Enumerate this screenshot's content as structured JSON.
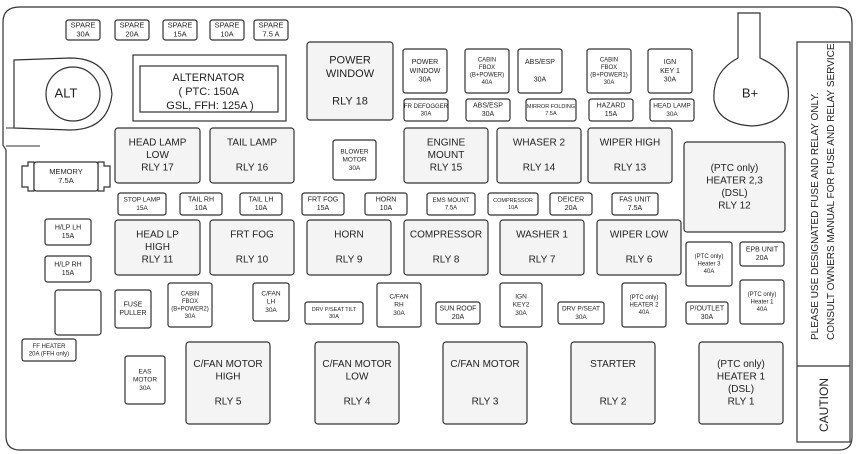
{
  "small_fuses": [
    {
      "id": "spare-30a",
      "lines": [
        "SPARE",
        "30A"
      ]
    },
    {
      "id": "spare-20a",
      "lines": [
        "SPARE",
        "20A"
      ]
    },
    {
      "id": "spare-15a",
      "lines": [
        "SPARE",
        "15A"
      ]
    },
    {
      "id": "spare-10a",
      "lines": [
        "SPARE",
        "10A"
      ]
    },
    {
      "id": "spare-7-5a",
      "lines": [
        "SPARE",
        "7.5 A"
      ]
    },
    {
      "id": "power-window",
      "lines": [
        "POWER",
        "WINDOW",
        "30A"
      ]
    },
    {
      "id": "cabin-fbox-power",
      "lines": [
        "CABIN",
        "FBOX",
        "(B+POWER)",
        "40A"
      ]
    },
    {
      "id": "abs-esp-30a-top",
      "lines": [
        "ABS/ESP",
        "",
        "30A"
      ]
    },
    {
      "id": "cabin-fbox-power1",
      "lines": [
        "CABIN",
        "FBOX",
        "(B+POWER1)",
        "30A"
      ]
    },
    {
      "id": "ign-key1",
      "lines": [
        "IGN",
        "KEY 1",
        "30A"
      ]
    },
    {
      "id": "fr-defogger",
      "lines": [
        "FR DEFOGGER",
        "30A"
      ]
    },
    {
      "id": "abs-esp-30a",
      "lines": [
        "ABS/ESP",
        "30A"
      ]
    },
    {
      "id": "mirror-folding",
      "lines": [
        "MIRROR FOLDING",
        "7.5A"
      ]
    },
    {
      "id": "hazard",
      "lines": [
        "HAZARD",
        "15A"
      ]
    },
    {
      "id": "head-lamp-fuse",
      "lines": [
        "HEAD LAMP",
        "30A"
      ]
    },
    {
      "id": "blower-motor",
      "lines": [
        "BLOWER",
        "MOTOR",
        "30A"
      ]
    },
    {
      "id": "memory",
      "lines": [
        "MEMORY",
        "7.5A"
      ]
    },
    {
      "id": "stop-lamp",
      "lines": [
        "STOP LAMP",
        "15A"
      ]
    },
    {
      "id": "tail-rh",
      "lines": [
        "TAIL RH",
        "10A"
      ]
    },
    {
      "id": "tail-lh",
      "lines": [
        "TAIL LH",
        "10A"
      ]
    },
    {
      "id": "frt-fog-fuse",
      "lines": [
        "FRT FOG",
        "15A"
      ]
    },
    {
      "id": "horn-fuse",
      "lines": [
        "HORN",
        "10A"
      ]
    },
    {
      "id": "ems-mount",
      "lines": [
        "EMS MOUNT",
        "7.5A"
      ]
    },
    {
      "id": "compressor-fuse",
      "lines": [
        "COMPRESSOR",
        "10A"
      ]
    },
    {
      "id": "deicer",
      "lines": [
        "DEICER",
        "20A"
      ]
    },
    {
      "id": "fas-unit",
      "lines": [
        "FAS UNIT",
        "7.5A"
      ]
    },
    {
      "id": "hlp-lh",
      "lines": [
        "H/LP LH",
        "15A"
      ]
    },
    {
      "id": "hlp-rh",
      "lines": [
        "H/LP RH",
        "15A"
      ]
    },
    {
      "id": "ptc-heater3",
      "lines": [
        "(PTC only)",
        "Heater 3",
        "40A"
      ]
    },
    {
      "id": "epb-unit",
      "lines": [
        "EPB UNIT",
        "20A"
      ]
    },
    {
      "id": "ptc-heater1-fuse",
      "lines": [
        "(PTC only)",
        "Heater 1",
        "40A"
      ]
    },
    {
      "id": "fuse-puller",
      "lines": [
        "FUSE",
        "PULLER"
      ]
    },
    {
      "id": "cabin-fbox-power2",
      "lines": [
        "CABIN",
        "FBOX",
        "(B+POWER2)",
        "30A"
      ]
    },
    {
      "id": "cfan-lh",
      "lines": [
        "C/FAN",
        "LH",
        "30A"
      ]
    },
    {
      "id": "drv-pseat-tilt",
      "lines": [
        "DRV P/SEAT TILT",
        "30A"
      ]
    },
    {
      "id": "cfan-rh",
      "lines": [
        "C/FAN",
        "RH",
        "30A"
      ]
    },
    {
      "id": "sun-roof",
      "lines": [
        "SUN ROOF",
        "20A"
      ]
    },
    {
      "id": "ign-key2",
      "lines": [
        "IGN",
        "KEY2",
        "30A"
      ]
    },
    {
      "id": "drv-pseat",
      "lines": [
        "DRV P/SEAT",
        "30A"
      ]
    },
    {
      "id": "ptc-heater2",
      "lines": [
        "(PTC only)",
        "HEATER 2",
        "40A"
      ]
    },
    {
      "id": "p-outlet",
      "lines": [
        "P/OUTLET",
        "30A"
      ]
    },
    {
      "id": "ff-heater",
      "lines": [
        "FF HEATER",
        "20A (FFH only)"
      ]
    },
    {
      "id": "eas-motor",
      "lines": [
        "EAS",
        "MOTOR",
        "30A"
      ]
    }
  ],
  "relays": [
    {
      "id": "power-window-relay",
      "lines": [
        "POWER",
        "WINDOW",
        "",
        "RLY 18"
      ]
    },
    {
      "id": "head-lamp-low-relay",
      "lines": [
        "HEAD LAMP",
        "LOW",
        "RLY 17"
      ]
    },
    {
      "id": "tail-lamp-relay",
      "lines": [
        "TAIL LAMP",
        "",
        "RLY 16"
      ]
    },
    {
      "id": "engine-mount-relay",
      "lines": [
        "ENGINE",
        "MOUNT",
        "RLY 15"
      ]
    },
    {
      "id": "whaser2-relay",
      "lines": [
        "WHASER 2",
        "",
        "RLY 14"
      ]
    },
    {
      "id": "wiper-high-relay",
      "lines": [
        "WIPER HIGH",
        "",
        "RLY 13"
      ]
    },
    {
      "id": "ptc-heater23-relay",
      "lines": [
        "(PTC only)",
        "HEATER 2,3",
        "(DSL)",
        "RLY 12"
      ]
    },
    {
      "id": "head-lp-high-relay",
      "lines": [
        "HEAD LP",
        "HIGH",
        "RLY 11"
      ]
    },
    {
      "id": "frt-fog-relay",
      "lines": [
        "FRT FOG",
        "",
        "RLY 10"
      ]
    },
    {
      "id": "horn-relay",
      "lines": [
        "HORN",
        "",
        "RLY 9"
      ]
    },
    {
      "id": "compressor-relay",
      "lines": [
        "COMPRESSOR",
        "",
        "RLY 8"
      ]
    },
    {
      "id": "washer1-relay",
      "lines": [
        "WASHER 1",
        "",
        "RLY 7"
      ]
    },
    {
      "id": "wiper-low-relay",
      "lines": [
        "WIPER LOW",
        "",
        "RLY 6"
      ]
    },
    {
      "id": "cfan-motor-high-relay",
      "lines": [
        "C/FAN MOTOR",
        "HIGH",
        "",
        "RLY 5"
      ]
    },
    {
      "id": "cfan-motor-low-relay",
      "lines": [
        "C/FAN MOTOR",
        "LOW",
        "",
        "RLY 4"
      ]
    },
    {
      "id": "cfan-motor-relay",
      "lines": [
        "C/FAN MOTOR",
        "",
        "",
        "RLY 3"
      ]
    },
    {
      "id": "starter-relay",
      "lines": [
        "STARTER",
        "",
        "",
        "RLY 2"
      ]
    },
    {
      "id": "ptc-heater1-relay",
      "lines": [
        "(PTC only)",
        "HEATER 1",
        "(DSL)",
        "RLY 1"
      ]
    }
  ],
  "alternator": {
    "lines": [
      "ALTERNATOR",
      "( PTC: 150A",
      "GSL, FFH: 125A )"
    ]
  },
  "terminals": {
    "alt": "ALT",
    "bplus": "B+"
  },
  "caution": {
    "text": "PLEASE USE DESIGNATED FUSE AND RELAY ONLY.",
    "text2": "CONSULT OWNERS MANUAL FOR FUSE AND RELAY SERVICE.",
    "label": "CAUTION"
  }
}
